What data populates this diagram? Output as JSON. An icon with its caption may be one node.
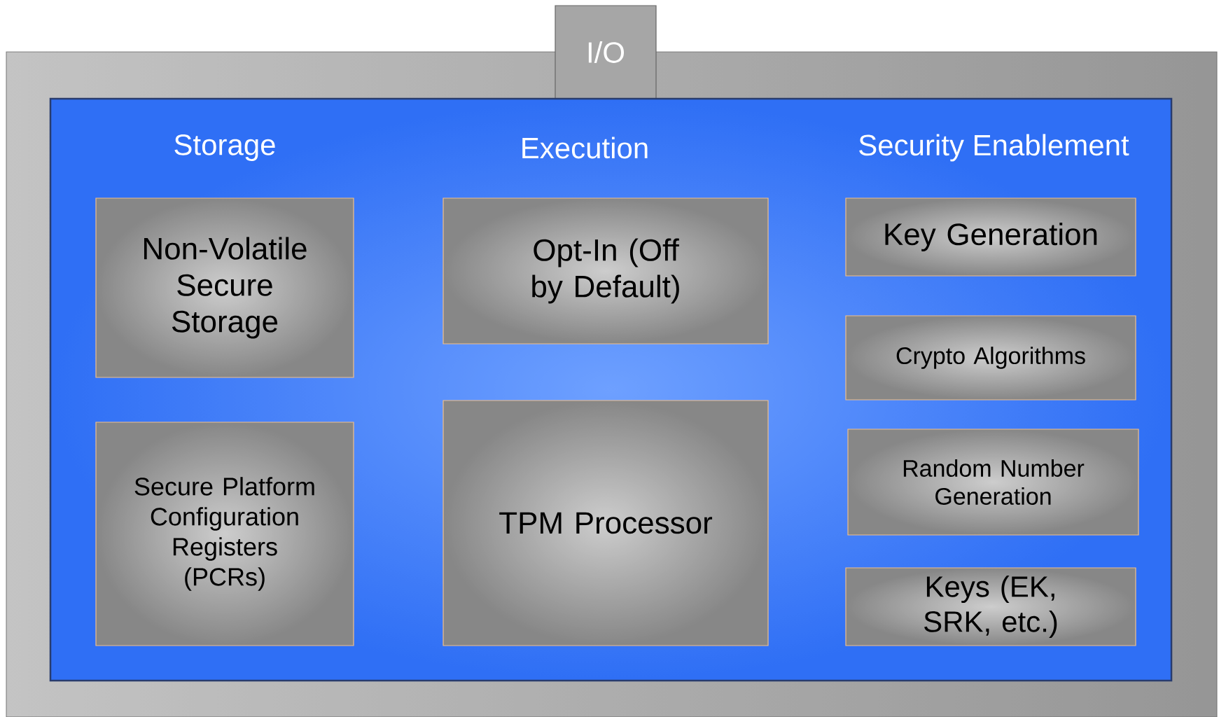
{
  "diagram": {
    "nodes": [
      {
        "text": [],
        "shape": "box"
      },
      {
        "text": [
          "I/O"
        ]
      },
      {
        "text": [],
        "shape": "box",
        "in": 0
      },
      {
        "text": [
          "Non-Volatile Secure Storage"
        ],
        "in": 2
      },
      {
        "text": [
          "Secure Platform Configuration Registers (PCRs)"
        ],
        "in": 2
      },
      {
        "text": [
          "Opt-In (Off by Default)"
        ],
        "in": 2
      },
      {
        "text": [
          "TPM Processor"
        ],
        "in": 2
      },
      {
        "text": [
          "Key Generation"
        ],
        "in": 2
      },
      {
        "text": [
          "Crypto Algorithms"
        ],
        "in": 2
      },
      {
        "text": [
          "Random Number Generation"
        ],
        "in": 2
      },
      {
        "text": [
          "Keys (EK, SRK, etc.)"
        ],
        "in": 2
      }
    ],
    "labels": [
      "Storage",
      "Execution",
      "Security Enablement"
    ]
  }
}
